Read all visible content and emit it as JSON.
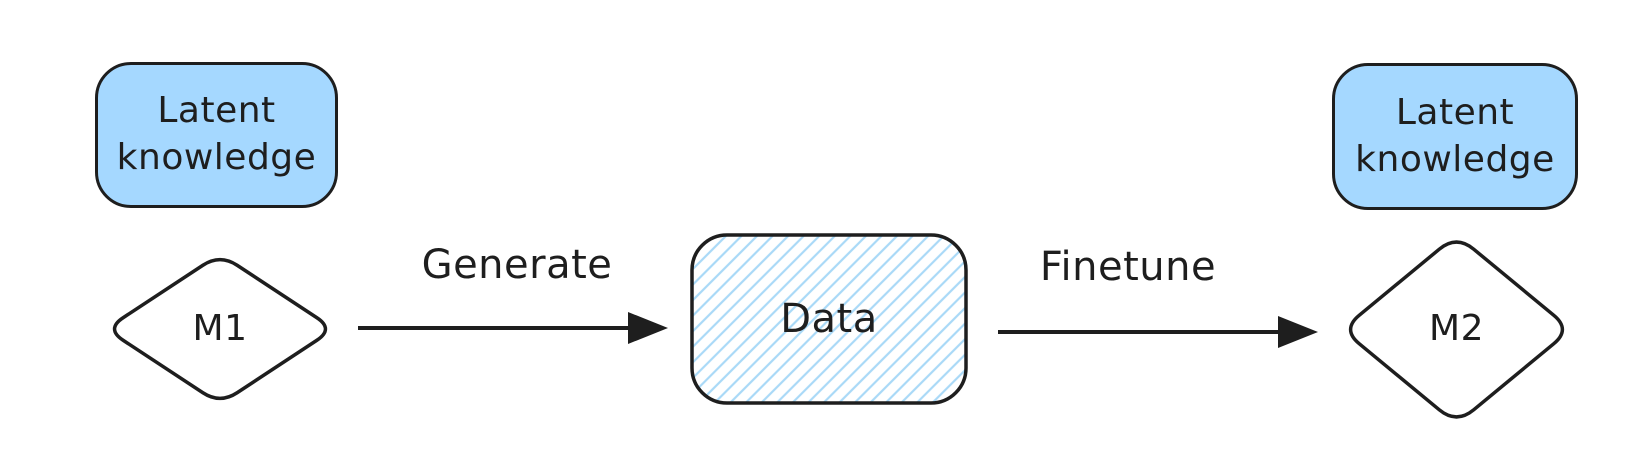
{
  "diagram": {
    "background": "#ffffff",
    "stroke_color": "#1e1e1e",
    "accent_blue": "#a5d8ff",
    "hatch_blue": "#a9d9f7",
    "nodes": {
      "latent_left": {
        "label": "Latent knowledge",
        "shape": "rounded-rectangle",
        "fill": "#a5d8ff"
      },
      "m1": {
        "label": "M1",
        "shape": "diamond",
        "fill": "#ffffff"
      },
      "data": {
        "label": "Data",
        "shape": "rounded-rectangle",
        "fill": "blue-diagonal-hatch"
      },
      "m2": {
        "label": "M2",
        "shape": "diamond",
        "fill": "#ffffff"
      },
      "latent_right": {
        "label": "Latent knowledge",
        "shape": "rounded-rectangle",
        "fill": "#a5d8ff"
      }
    },
    "edges": {
      "generate": {
        "label": "Generate",
        "from": "M1",
        "to": "Data"
      },
      "finetune": {
        "label": "Finetune",
        "from": "Data",
        "to": "M2"
      }
    }
  }
}
